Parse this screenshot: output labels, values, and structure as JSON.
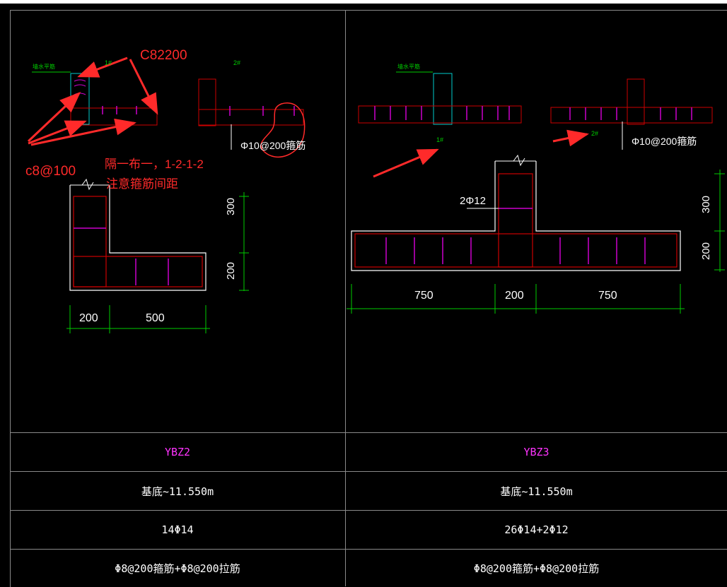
{
  "left": {
    "annotations": {
      "c82200": "C82200",
      "c8_100": "c8@100",
      "alternate": "隔一布一，1-2-1-2",
      "spacing_note": "注意箍筋间距"
    },
    "small_labels": {
      "plan": "墙水平筋",
      "one": "1#",
      "two": "2#"
    },
    "stirrup_label": "Φ10@200箍筋",
    "dims": {
      "h300": "300",
      "h200": "200",
      "w200": "200",
      "w500": "500"
    }
  },
  "right": {
    "small_labels": {
      "plan": "墙水平筋",
      "one": "1#",
      "two": "2#"
    },
    "stirrup_label": "Φ10@200箍筋",
    "bar_label": "2Φ12",
    "dims": {
      "h300": "300",
      "h200": "200",
      "w750a": "750",
      "w200": "200",
      "w750b": "750"
    }
  },
  "table": {
    "name_left": "YBZ2",
    "name_right": "YBZ3",
    "elev_left": "基底~11.550m",
    "elev_right": "基底~11.550m",
    "rebar_left": "14Φ14",
    "rebar_right": "26Φ14+2Φ12",
    "stirrup_left": "Φ8@200箍筋+Φ8@200拉筋",
    "stirrup_right": "Φ8@200箍筋+Φ8@200拉筋"
  },
  "colors": {
    "annotation": "#ff2a2a",
    "rebar": "#cc0000",
    "tie": "#cc00cc",
    "dim": "#00cc00",
    "title": "#ff33ff"
  }
}
